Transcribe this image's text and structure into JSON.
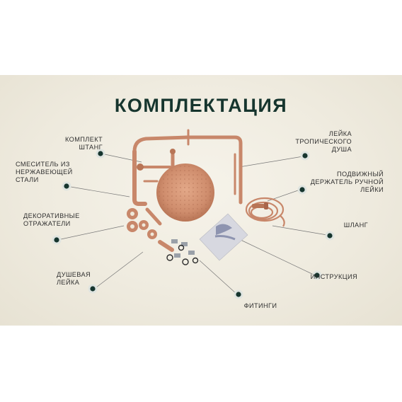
{
  "title": "КОМПЛЕКТАЦИЯ",
  "labels": {
    "rods_kit": "КОМПЛЕКТ\nШТАНГ",
    "mixer": "СМЕСИТЕЛЬ ИЗ\nНЕРЖАВЕЮЩЕЙ\nСТАЛИ",
    "reflectors": "ДЕКОРАТИВНЫЕ\nОТРАЖАТЕЛИ",
    "hand_shower": "ДУШЕВАЯ\nЛЕЙКА",
    "fittings": "ФИТИНГИ",
    "rain_shower": "ЛЕЙКА\nТРОПИЧЕСКОГО\nДУША",
    "holder": "ПОДВИЖНЫЙ\nДЕРЖАТЕЛЬ РУЧНОЙ\nЛЕЙКИ",
    "hose": "ШЛАНГ",
    "manual": "ИНСТРУКЦИЯ"
  },
  "colors": {
    "title": "#16352e",
    "marker": "#16352e",
    "copper": "#c8876a",
    "line": "#6f6f6f"
  },
  "icons": [
    "marker-dot-icon"
  ]
}
